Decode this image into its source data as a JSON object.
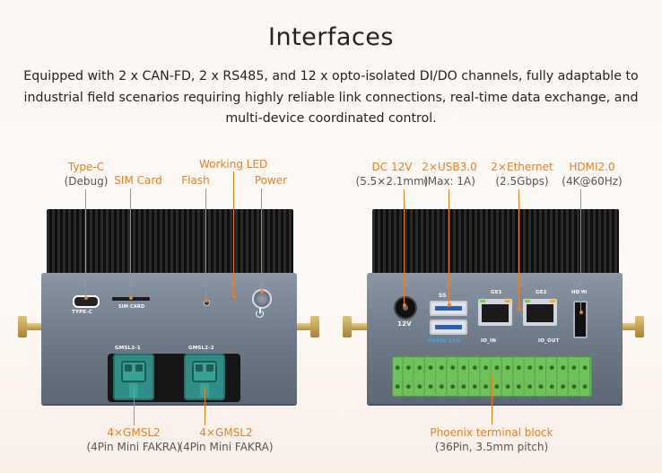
{
  "title": "Interfaces",
  "description": "Equipped with 2 x CAN-FD, 2 x RS485, and 12 x opto-isolated DI/DO channels, fully adaptable to industrial field scenarios requiring highly reliable link connections, real-time data exchange, and multi-device coordinated control.",
  "left_device": {
    "callouts": {
      "typec": {
        "name": "Type-C",
        "spec": "(Debug)"
      },
      "sim": {
        "name": "SIM Card"
      },
      "flash": {
        "name": "Flash"
      },
      "led": {
        "name": "Working LED"
      },
      "power": {
        "name": "Power"
      },
      "gmsl_1": {
        "name": "4×GMSL2",
        "spec": "(4Pin Mini FAKRA)"
      },
      "gmsl_2": {
        "name": "4×GMSL2",
        "spec": "(4Pin Mini FAKRA)"
      }
    },
    "panel_labels": {
      "typec": "TYPE-C",
      "sim": "SIM CARD",
      "gmsl_1": "GMSL2-1",
      "gmsl_2": "GMSL2-2"
    }
  },
  "right_device": {
    "callouts": {
      "dc": {
        "name": "DC 12V",
        "spec": "(5.5×2.1mm)"
      },
      "usb": {
        "name": "2×USB3.0",
        "spec": "(Max: 1A)"
      },
      "eth": {
        "name": "2×Ethernet",
        "spec": "(2.5Gbps)"
      },
      "hdmi": {
        "name": "HDMI2.0",
        "spec": "(4K@60Hz)"
      },
      "phoenix": {
        "name": "Phoenix terminal block",
        "spec": "(36Pin, 3.5mm pitch)"
      }
    },
    "panel_labels": {
      "dc": "12V",
      "usb": "SS",
      "ge1": "GE1",
      "ge2": "GE2",
      "hdmi": "HDMI",
      "rs485": "RS485",
      "can": "CAN",
      "io_in": "IO_IN",
      "io_out": "IO_OUT"
    }
  },
  "colors": {
    "accent": "#ec8021",
    "text": "#222222",
    "spec_text": "#555555",
    "terminal_green": "#6fc25a",
    "connector_teal": "#2f8f86"
  }
}
